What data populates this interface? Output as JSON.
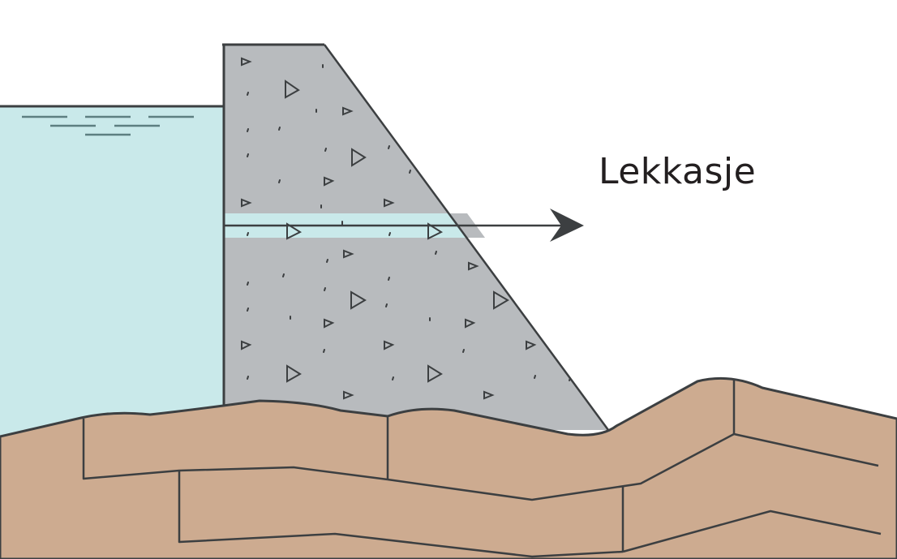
{
  "diagram": {
    "title": "Dam leakage illustration",
    "labels": {
      "leakage": "Lekkasje"
    },
    "elements": [
      "water-reservoir",
      "concrete-dam",
      "leakage-path",
      "leakage-arrow",
      "bedrock-layers"
    ],
    "colors": {
      "water": "#c9e9ea",
      "concrete": "#b8bbbe",
      "rock": "#cdab90",
      "outline": "#3c3f41",
      "text": "#231f20"
    }
  }
}
